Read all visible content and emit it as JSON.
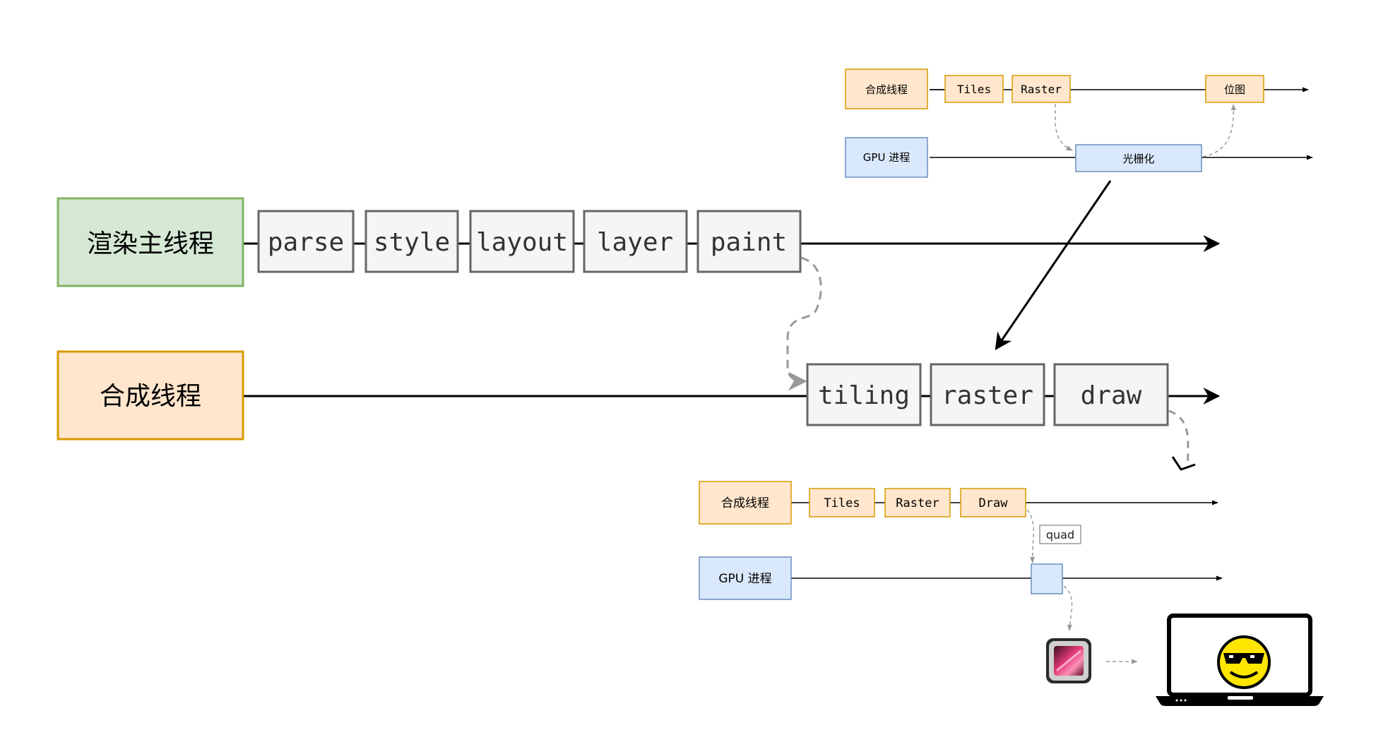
{
  "colors": {
    "green_fill": "#d5e8d4",
    "green_stroke": "#82b366",
    "orange_fill": "#ffe6cc",
    "orange_stroke": "#d79b00",
    "blue_fill": "#dae8fc",
    "blue_stroke": "#6c8ebf",
    "gray_fill": "#f5f5f5",
    "gray_stroke": "#666666",
    "line": "#000000",
    "dashed": "#999999"
  },
  "main_thread": {
    "label": "渲染主线程",
    "steps": [
      "parse",
      "style",
      "layout",
      "layer",
      "paint"
    ]
  },
  "compositor_thread": {
    "label": "合成线程",
    "steps": [
      "tiling",
      "raster",
      "draw"
    ]
  },
  "top_detail": {
    "compositor_label": "合成线程",
    "steps": [
      "Tiles",
      "Raster"
    ],
    "bitmap_label": "位图",
    "gpu_label": "GPU 进程",
    "raster_label": "光栅化"
  },
  "bottom_detail": {
    "compositor_label": "合成线程",
    "steps": [
      "Tiles",
      "Raster",
      "Draw"
    ],
    "quad_label": "quad",
    "gpu_label": "GPU 进程"
  },
  "icons": {
    "gpu_chip": "gpu-chip-icon",
    "laptop": "laptop-icon",
    "smiley": "cool-smiley-icon"
  }
}
